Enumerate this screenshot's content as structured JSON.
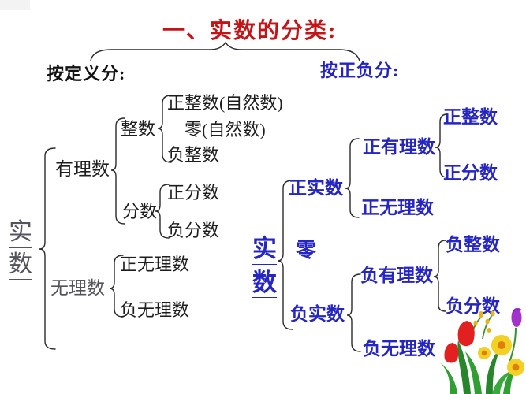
{
  "title": "一、实数的分类:",
  "by_definition": {
    "heading": "按定义分:",
    "root": {
      "line1": "实",
      "line2": "数"
    },
    "nodes": {
      "rational": "有理数",
      "integer": "整数",
      "positive_integer": "正整数(自然数)",
      "zero": "零(自然数)",
      "negative_integer": "负整数",
      "fraction": "分数",
      "positive_fraction": "正分数",
      "negative_fraction": "负分数",
      "irrational": "无理数",
      "positive_irrational": "正无理数",
      "negative_irrational": "负无理数"
    }
  },
  "by_sign": {
    "heading": "按正负分:",
    "root": {
      "line1": "实",
      "line2": "数"
    },
    "nodes": {
      "positive_real": "正实数",
      "zero": "零",
      "negative_real": "负实数",
      "positive_rational": "正有理数",
      "positive_irrational": "正无理数",
      "negative_rational": "负有理数",
      "negative_irrational": "负无理数",
      "positive_integer": "正整数",
      "positive_fraction": "正分数",
      "negative_integer": "负整数",
      "negative_fraction": "负分数"
    }
  },
  "colors": {
    "title_red": "#c41418",
    "tree_blue": "#2525c2",
    "tree_black": "#1d1d1d",
    "link_gray": "#53535c"
  },
  "decorations": {
    "flower": "flower-clipart"
  }
}
